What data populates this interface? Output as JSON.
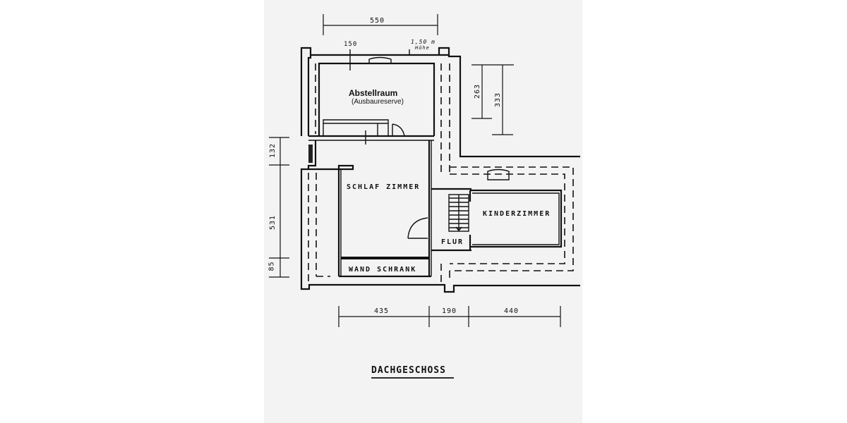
{
  "plan": {
    "title": "DACHGESCHOSS",
    "rooms": {
      "abstellraum": {
        "name": "Abstellraum",
        "note": "(Ausbaureserve)"
      },
      "schlafzimmer": {
        "name": "SCHLAF ZIMMER"
      },
      "wandschrank": {
        "name": "WAND SCHRANK"
      },
      "kinderzimmer": {
        "name": "KINDERZIMMER"
      },
      "flur": {
        "name": "FLUR"
      }
    },
    "dimensions": {
      "top_width": "550",
      "top_left_mark": "150",
      "top_right_mark": "1,50 m",
      "top_right_mark_sub": "Höhe",
      "right_inner_height": "263",
      "right_outer_height": "333",
      "left_top": "132",
      "left_middle": "531",
      "left_bottom": "85",
      "bottom_left": "435",
      "bottom_middle": "190",
      "bottom_right": "440"
    },
    "colors": {
      "ink": "#111111",
      "paper": "#f3f3f3",
      "background": "#ffffff"
    }
  }
}
